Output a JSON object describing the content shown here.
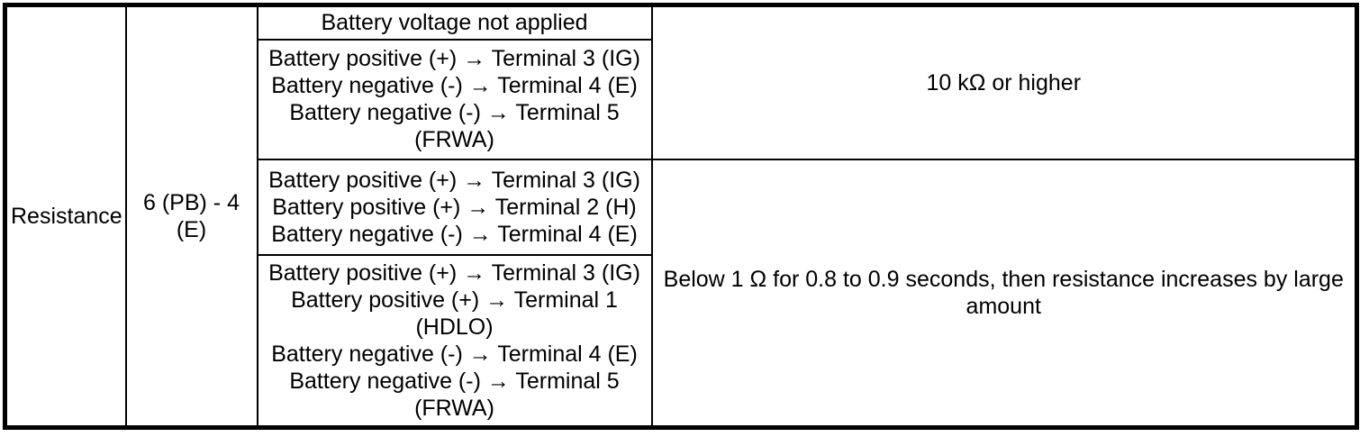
{
  "colors": {
    "background": "#ffffff",
    "border": "#000000",
    "text": "#000000"
  },
  "table": {
    "measurement": "Resistance",
    "tester_connection": "6 (PB) - 4\n(E)",
    "conditions": [
      "Battery voltage not applied",
      "Battery positive (+) → Terminal 3 (IG)\nBattery negative (-) → Terminal 4 (E)\nBattery negative (-) → Terminal 5\n(FRWA)",
      "Battery positive (+) → Terminal 3 (IG)\nBattery positive (+) → Terminal 2 (H)\nBattery negative (-) → Terminal 4 (E)",
      "Battery positive (+) → Terminal 3 (IG)\nBattery positive (+) → Terminal 1\n(HDLO)\nBattery negative (-) → Terminal 4 (E)\nBattery negative (-) → Terminal 5\n(FRWA)"
    ],
    "specified_conditions": [
      "10 kΩ or higher",
      "Below 1 Ω for 0.8 to 0.9 seconds, then resistance increases by large\namount"
    ]
  }
}
